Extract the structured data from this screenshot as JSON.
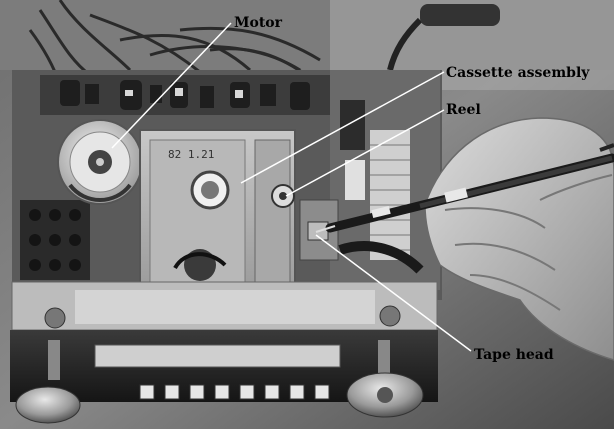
{
  "photo": {
    "callouts": {
      "motor": "Motor",
      "cassette_assembly": "Cassette assembly",
      "reel": "Reel",
      "tape_head": "Tape head"
    },
    "stamp": "82 1.21"
  }
}
